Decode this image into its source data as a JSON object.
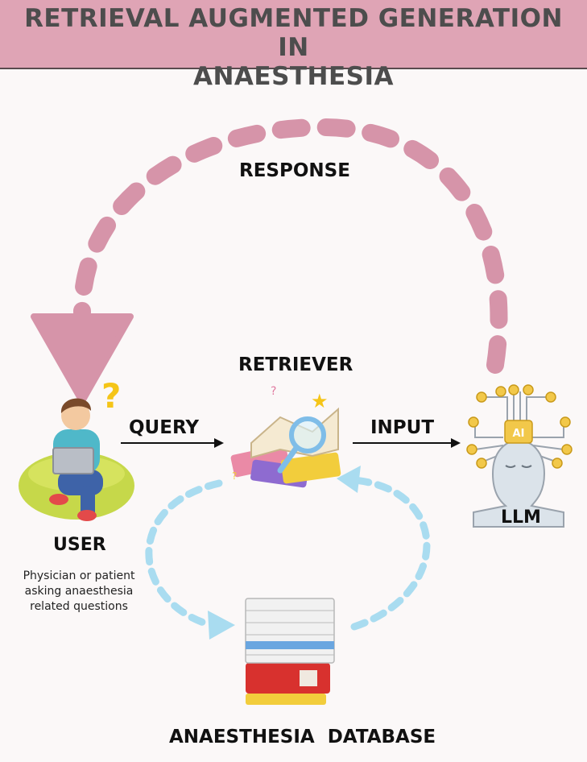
{
  "header": {
    "title_line1": "RETRIEVAL AUGMENTED GENERATION IN",
    "title_line2": "ANAESTHESIA"
  },
  "labels": {
    "response": "RESPONSE",
    "retriever": "RETRIEVER",
    "query": "QUERY",
    "input": "INPUT",
    "user": "USER",
    "llm": "LLM",
    "database": "ANAESTHESIA  DATABASE",
    "ai_chip": "AI"
  },
  "user_description": {
    "line1": "Physician or patient",
    "line2": "asking anaesthesia",
    "line3": "related questions"
  },
  "colors": {
    "header_bg": "#dfa4b5",
    "response_arrow": "#d694a9",
    "database_loop": "#a9dcf0",
    "background": "#fbf8f8"
  }
}
